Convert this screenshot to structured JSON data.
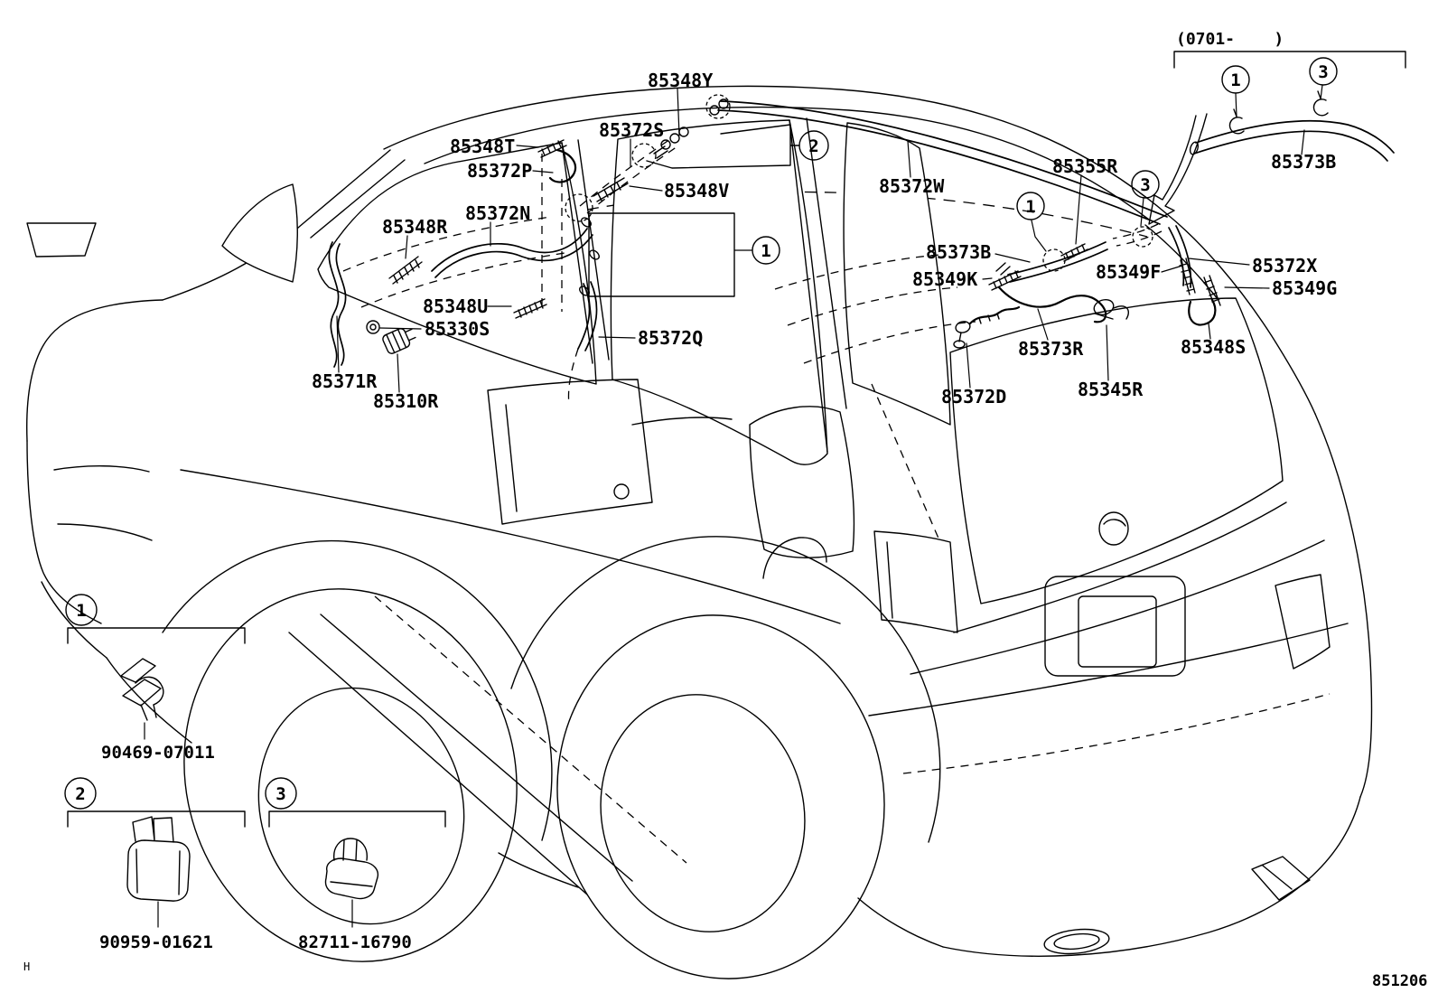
{
  "diagram": {
    "type": "rear-washer-parts-diagram",
    "inset_production_note": "(0701-    )",
    "sheet_number": "851206",
    "corner_mark": "H"
  },
  "callout_numbers": {
    "c1": "1",
    "c2": "2",
    "c3": "3"
  },
  "part_labels": [
    {
      "id": "85348Y",
      "text": "85348Y"
    },
    {
      "id": "85372S",
      "text": "85372S"
    },
    {
      "id": "85348T",
      "text": "85348T"
    },
    {
      "id": "85372P",
      "text": "85372P"
    },
    {
      "id": "85348V",
      "text": "85348V"
    },
    {
      "id": "85372N",
      "text": "85372N"
    },
    {
      "id": "85348R",
      "text": "85348R"
    },
    {
      "id": "85348U",
      "text": "85348U"
    },
    {
      "id": "85330S",
      "text": "85330S"
    },
    {
      "id": "85372Q",
      "text": "85372Q"
    },
    {
      "id": "85371R",
      "text": "85371R"
    },
    {
      "id": "85310R",
      "text": "85310R"
    },
    {
      "id": "85372W",
      "text": "85372W"
    },
    {
      "id": "85355R",
      "text": "85355R"
    },
    {
      "id": "85373B-rear",
      "text": "85373B"
    },
    {
      "id": "85349K",
      "text": "85349K"
    },
    {
      "id": "85349F",
      "text": "85349F"
    },
    {
      "id": "85372X",
      "text": "85372X"
    },
    {
      "id": "85349G",
      "text": "85349G"
    },
    {
      "id": "85373R",
      "text": "85373R"
    },
    {
      "id": "85348S",
      "text": "85348S"
    },
    {
      "id": "85372D",
      "text": "85372D"
    },
    {
      "id": "85345R",
      "text": "85345R"
    },
    {
      "id": "85373B-inset",
      "text": "85373B"
    }
  ],
  "legend_items": [
    {
      "callout": "1",
      "part_number": "90469-07011"
    },
    {
      "callout": "2",
      "part_number": "90959-01621"
    },
    {
      "callout": "3",
      "part_number": "82711-16790"
    }
  ]
}
